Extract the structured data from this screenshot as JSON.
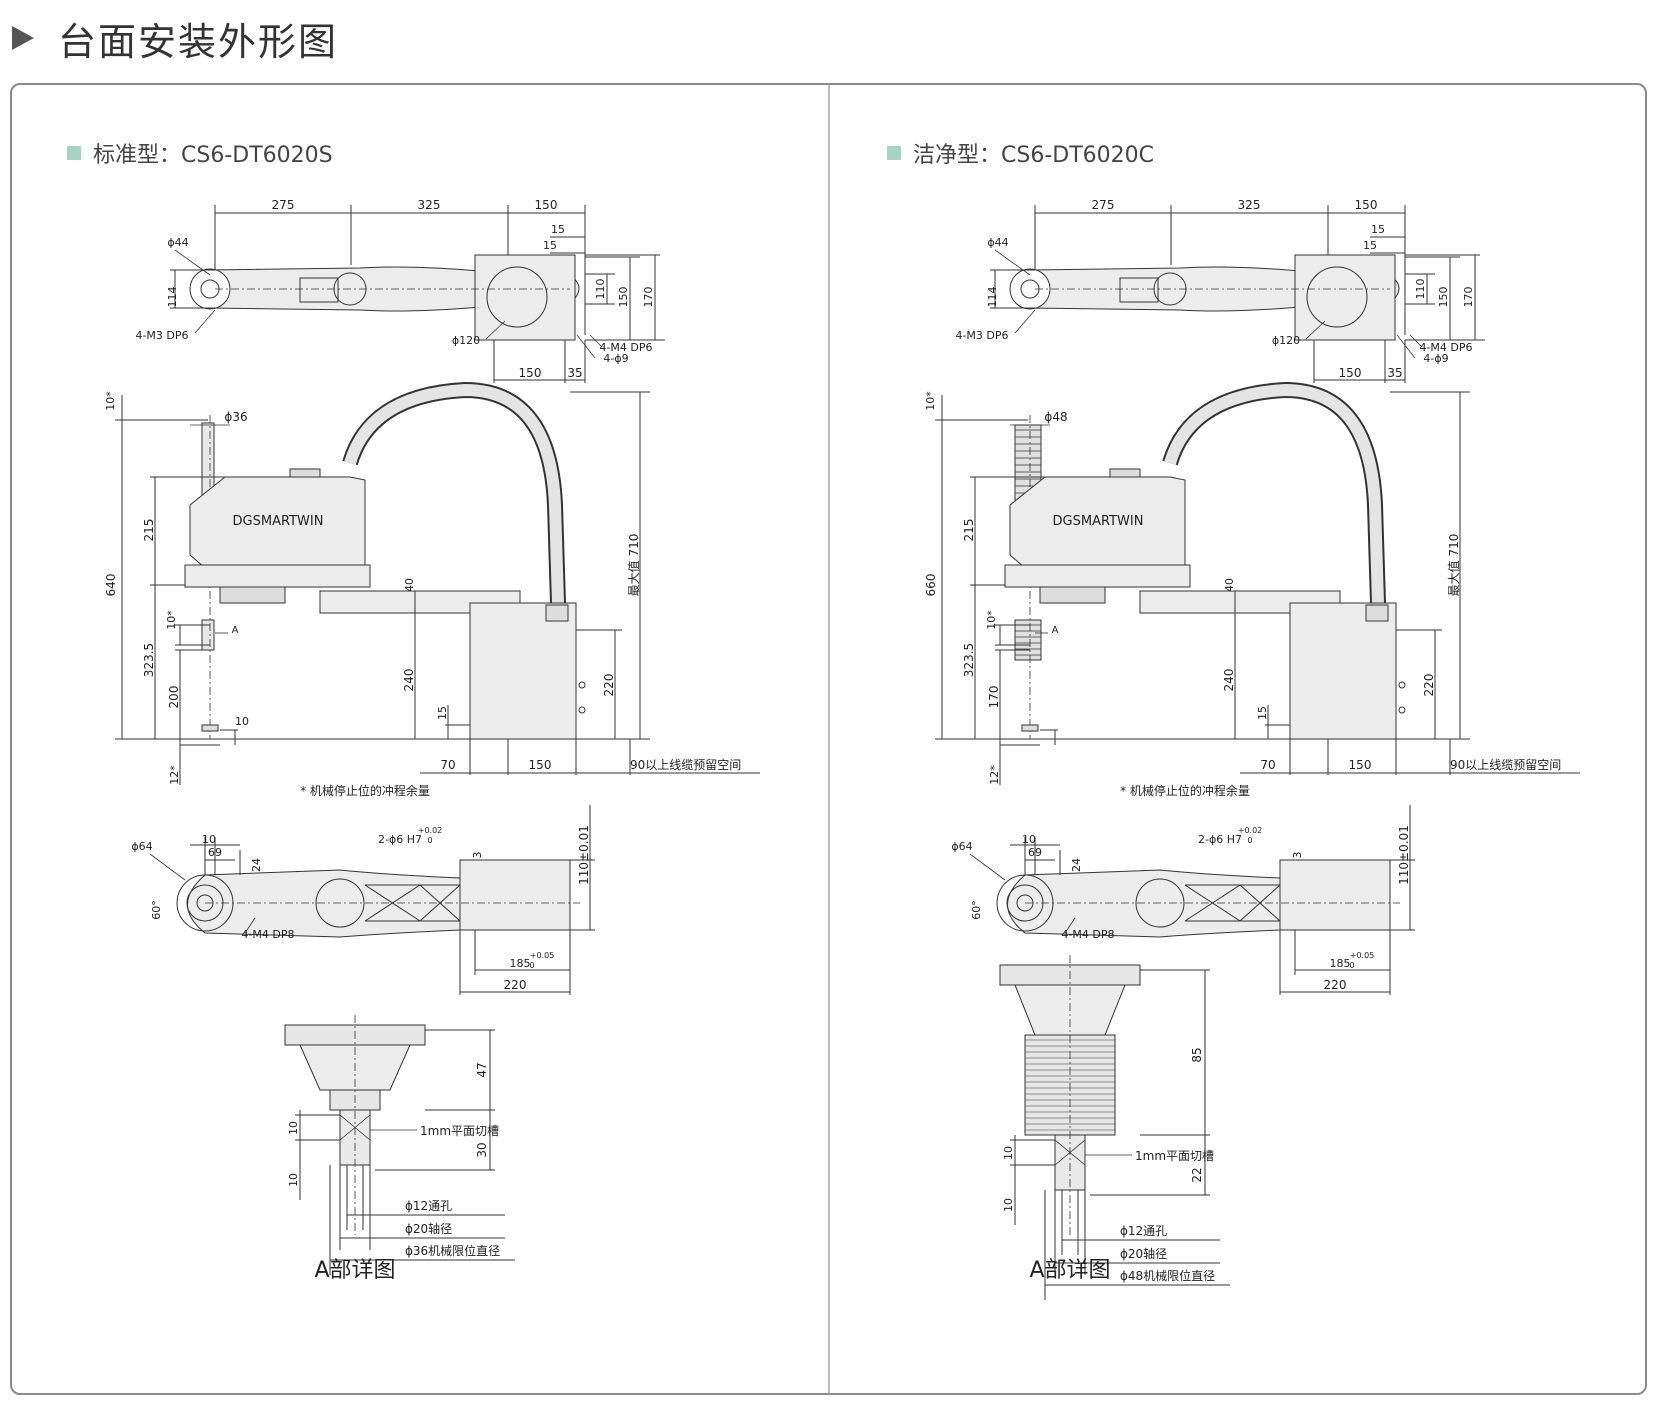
{
  "header": {
    "title": "台面安装外形图"
  },
  "colors": {
    "accent": "#a6d3c4",
    "line": "#333333",
    "body": "#e9e9e9"
  },
  "left": {
    "title": "标准型：CS6-DT6020S",
    "top": {
      "d1": "275",
      "d2": "325",
      "d3": "150",
      "d4": "15",
      "d5": "15",
      "phi44": "ϕ44",
      "h114": "114",
      "h110": "110",
      "h150": "150",
      "h170": "170",
      "m3": "4-M3 DP6",
      "phi120": "ϕ120",
      "m4": "4-M4 DP6",
      "phi9": "4-ϕ9",
      "b150": "150",
      "b35": "35"
    },
    "side": {
      "s10a": "10*",
      "phi": "ϕ36",
      "h215": "215",
      "h640": "640",
      "s10b": "10*",
      "h3235": "323.5",
      "h_low": "200",
      "s10c": "10",
      "s12": "12*",
      "h40": "40",
      "h240": "240",
      "h15": "15",
      "h220": "220",
      "hmax": "最大值 710",
      "w70": "70",
      "w150": "150",
      "cable": "90以上线缆预留空间",
      "note": "* 机械停止位的冲程余量",
      "brand": "DGSMARTWIN",
      "mark": "A"
    },
    "base": {
      "phi64": "ϕ64",
      "d10": "10",
      "d69": "69",
      "d24": "24",
      "ang": "60°",
      "hole": "2-ϕ6 H7",
      "tol": "+0.02",
      "tol0": "0",
      "d3": "3",
      "h110": "110±0.01",
      "m4": "4-M4 DP8",
      "d185": "185",
      "tol2": "+0.05",
      "tol20": "0",
      "d220": "220"
    },
    "detail": {
      "h47": "47",
      "h_cut": "30",
      "h10a": "10",
      "h10b": "10",
      "cut": "1mm平面切槽",
      "p1": "ϕ12通孔",
      "p2": "ϕ20轴径",
      "p3": "ϕ36机械限位直径",
      "caption": "A部详图"
    }
  },
  "right": {
    "title": "洁净型：CS6-DT6020C",
    "top": {
      "d1": "275",
      "d2": "325",
      "d3": "150",
      "d4": "15",
      "d5": "15",
      "phi44": "ϕ44",
      "h114": "114",
      "h110": "110",
      "h150": "150",
      "h170": "170",
      "m3": "4-M3 DP6",
      "phi120": "ϕ120",
      "m4": "4-M4 DP6",
      "phi9": "4-ϕ9",
      "b150": "150",
      "b35": "35"
    },
    "side": {
      "s10a": "10*",
      "phi": "ϕ48",
      "h215": "215",
      "h640": "660",
      "s10b": "10*",
      "h3235": "323.5",
      "h_low": "170",
      "s10c": "",
      "s12": "12*",
      "h40": "40",
      "h240": "240",
      "h15": "15",
      "h220": "220",
      "hmax": "最大值 710",
      "w70": "70",
      "w150": "150",
      "cable": "90以上线缆预留空间",
      "note": "* 机械停止位的冲程余量",
      "brand": "DGSMARTWIN",
      "mark": "A"
    },
    "base": {
      "phi64": "ϕ64",
      "d10": "10",
      "d69": "69",
      "d24": "24",
      "ang": "60°",
      "hole": "2-ϕ6 H7",
      "tol": "+0.02",
      "tol0": "0",
      "d3": "3",
      "h110": "110±0.01",
      "m4": "4-M4 DP8",
      "d185": "185",
      "tol2": "+0.05",
      "tol20": "0",
      "d220": "220"
    },
    "detail": {
      "h47": "85",
      "h_cut": "22",
      "h10a": "10",
      "h10b": "10",
      "cut": "1mm平面切槽",
      "p1": "ϕ12通孔",
      "p2": "ϕ20轴径",
      "p3": "ϕ48机械限位直径",
      "caption": "A部详图"
    }
  }
}
